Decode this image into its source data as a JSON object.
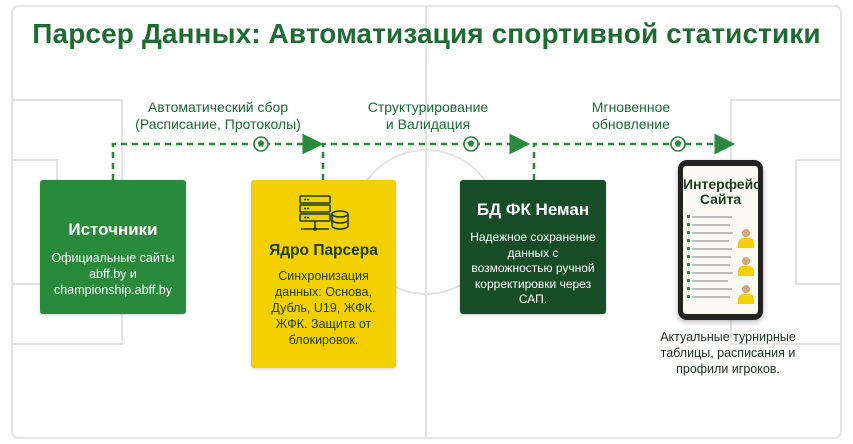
{
  "title": "Парсер Данных: Автоматизация спортивной статистики",
  "colors": {
    "accent_green": "#2a8a3c",
    "dark_green": "#164d27",
    "yellow": "#f5d000",
    "title_green": "#1f6b33"
  },
  "steps": [
    {
      "label": "Автоматический сбор\n(Расписание, Протоколы)"
    },
    {
      "label": "Структурирование\nи Валидация"
    },
    {
      "label": "Мгновенное\nобновление"
    }
  ],
  "nodes": {
    "sources": {
      "title": "Источники",
      "desc": "Официальные сайты abff.by и championship.abff.by"
    },
    "parser_core": {
      "title": "Ядро Парсера",
      "desc": "Синхронизация данных: Основа, Дубль, U19, ЖФК. ЖФК. Защита от блокировок.",
      "icon": "server-database-icon"
    },
    "database": {
      "title": "БД ФК Неман",
      "desc": "Надежное сохранение данных с возможностью ручной корректировки через САП."
    },
    "site": {
      "screen_title": "Интерфейс Сайта",
      "caption": "Актуальные турнирные таблицы, расписания и профили игроков.",
      "icon": "tablet-icon"
    }
  }
}
